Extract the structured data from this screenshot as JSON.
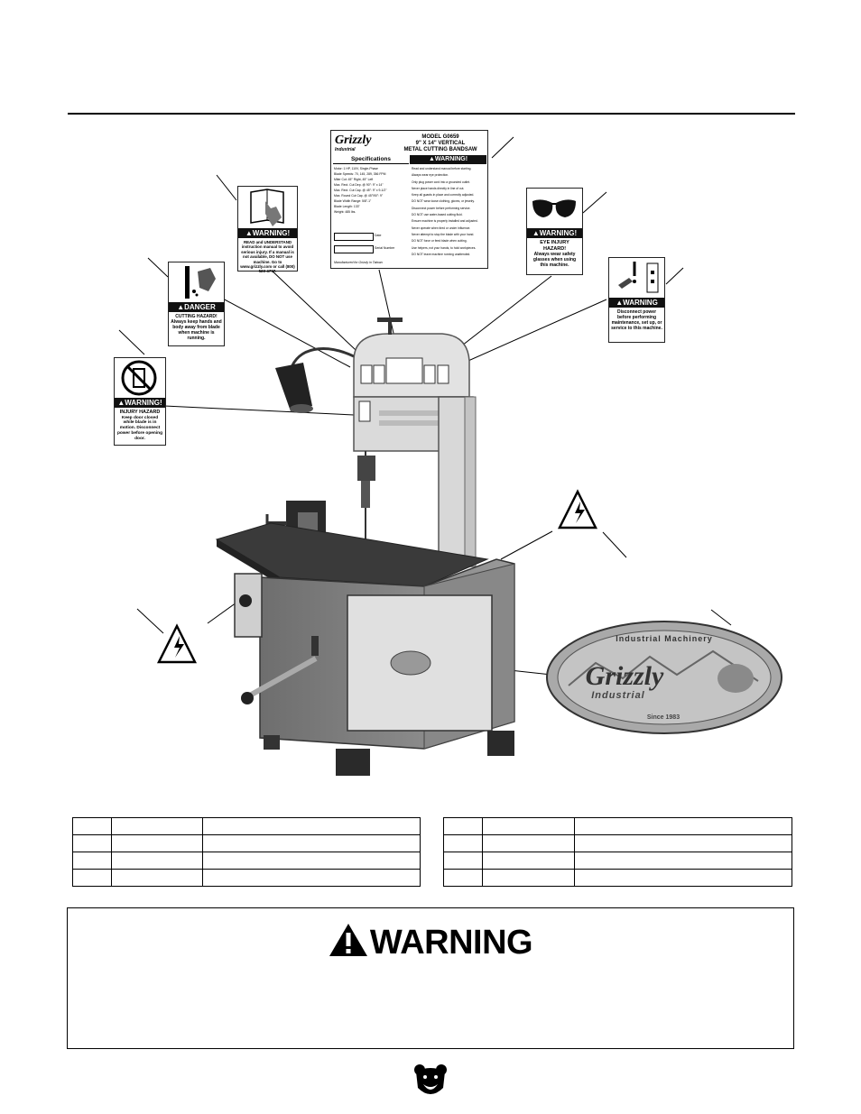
{
  "decals": {
    "spec_label": {
      "brand": "Grizzly",
      "brand_sub": "Industrial",
      "model": "MODEL G0659",
      "subtitle1": "9\" X 14\" VERTICAL",
      "subtitle2": "METAL CUTTING BANDSAW",
      "spec_header": "Specifications",
      "warning_header": "WARNING!",
      "specs": [
        "Motor: 1 HP, 110V, Single-Phase",
        "Blade Speeds: 70, 145, 289, 356 FPM",
        "Miter Cut: 45° Right, 45° Left",
        "Max. Rect. Cut Dep. @ 90°: 9\" x 14\"",
        "Max. Rect. Cut Cap. @ 45°: 9\" x 9-1/2\"",
        "Max. Round Cut Cap. @ 45°/90°: 9\"",
        "Blade Width Range: 5/8\"-1\"",
        "Blade Length: 133\"",
        "Weight: 485 lbs."
      ],
      "date_label": "Date",
      "serial_label": "Serial Number",
      "made_in": "Manufactured for Grizzly in Taiwan",
      "warnings": [
        "Read and understand manual before starting.",
        "Always wear eye protection.",
        "Only plug power cord into a grounded outlet.",
        "Never place hands directly in line of cut.",
        "Keep all guards in place and correctly adjusted.",
        "DO NOT wear loose clothing, gloves, or jewelry.",
        "Disconnect power before performing service.",
        "DO NOT use water-based cutting fluid.",
        "Ensure machine is properly installed and adjusted.",
        "Never operate when tired or under influence.",
        "Never attempt to stop the blade with your hand.",
        "DO NOT force or feed blade when cutting.",
        "Use helpers, not your hands, to hold workpieces.",
        "DO NOT leave machine running unattended."
      ]
    },
    "read_manual": {
      "header": "WARNING!",
      "text": "READ and UNDERSTAND instruction manual to avoid serious injury. If a manual is not available, DO NOT use machine. Go to www.grizzly.com or call (800) 523-4777."
    },
    "cutting": {
      "header": "DANGER",
      "text": "CUTTING HAZARD! Always keep hands and body away from blade when machine is running."
    },
    "door": {
      "header": "WARNING!",
      "title": "INJURY HAZARD",
      "text": "Keep door closed while blade is in motion. Disconnect power before opening door."
    },
    "eye": {
      "header": "WARNING!",
      "title": "EYE INJURY HAZARD!",
      "text": "Always wear safety glasses when using this machine."
    },
    "disconnect": {
      "header": "WARNING",
      "text": "Disconnect power before performing maintenance, set up, or service to this machine."
    },
    "nameplate": {
      "top_text": "Industrial Machinery",
      "brand": "Grizzly",
      "sub": "Industrial",
      "bottom_text": "Since 1983"
    }
  },
  "parts_tables": {
    "left_rows": 4,
    "right_rows": 4
  },
  "warning_box": {
    "title": "WARNING"
  }
}
